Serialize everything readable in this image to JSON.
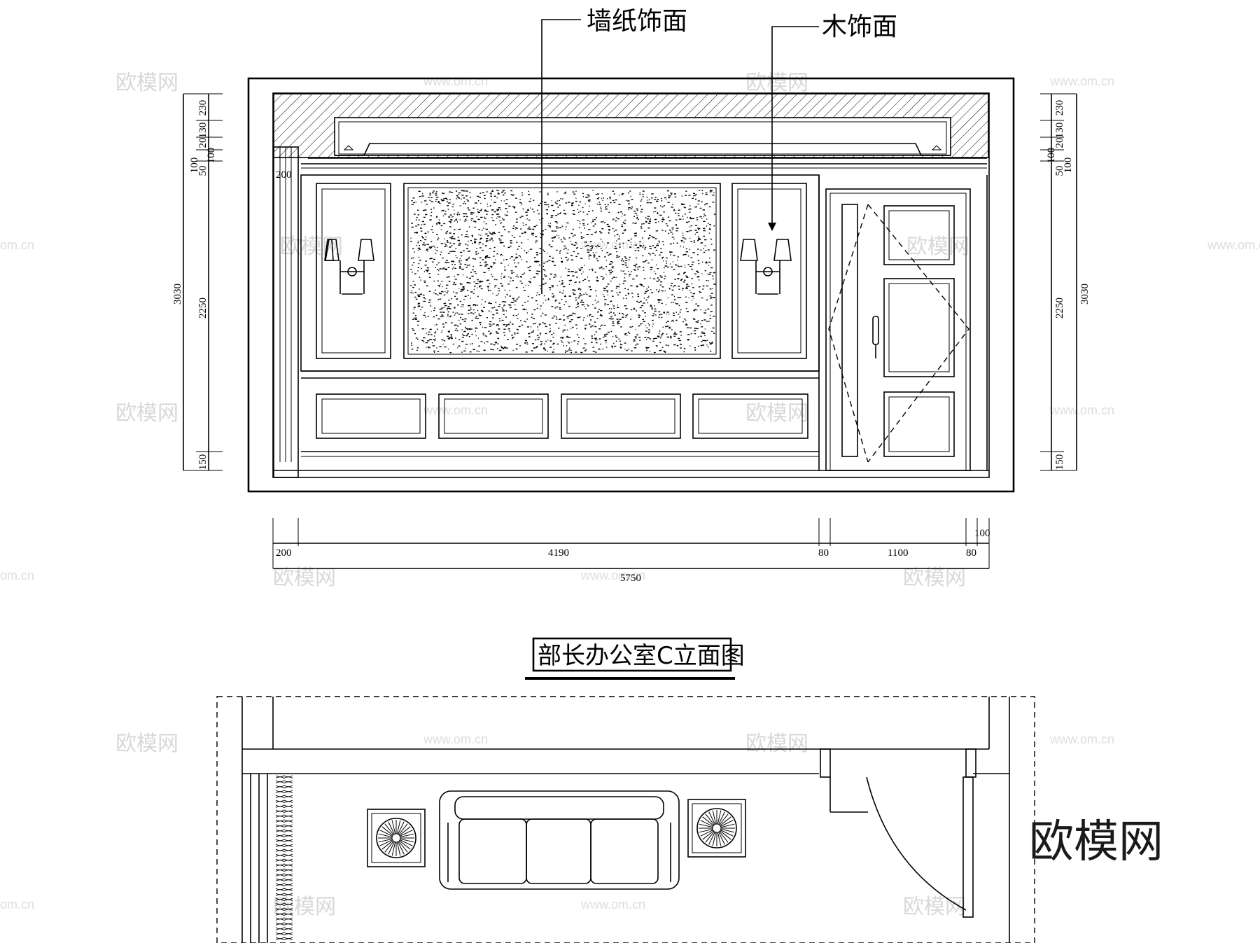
{
  "callouts": {
    "wallpaper": "墙纸饰面",
    "wood": "木饰面"
  },
  "title": "部长办公室C立面图",
  "logo": "欧模网",
  "watermark": {
    "text": "欧模网",
    "url": "www.om.cn",
    "url_short": "om.cn"
  },
  "dimensions": {
    "left_total": "3030",
    "left_mid": "2250",
    "left_parts": [
      "230",
      "130",
      "20",
      "100",
      "100",
      "50",
      "150"
    ],
    "right_total": "3030",
    "right_mid": "2250",
    "right_parts": [
      "230",
      "130",
      "20",
      "100",
      "100",
      "50",
      "150"
    ],
    "post_width": "200",
    "bottom_parts": [
      "200",
      "4190",
      "80",
      "1100",
      "80",
      "100"
    ],
    "bottom_total": "5750"
  }
}
